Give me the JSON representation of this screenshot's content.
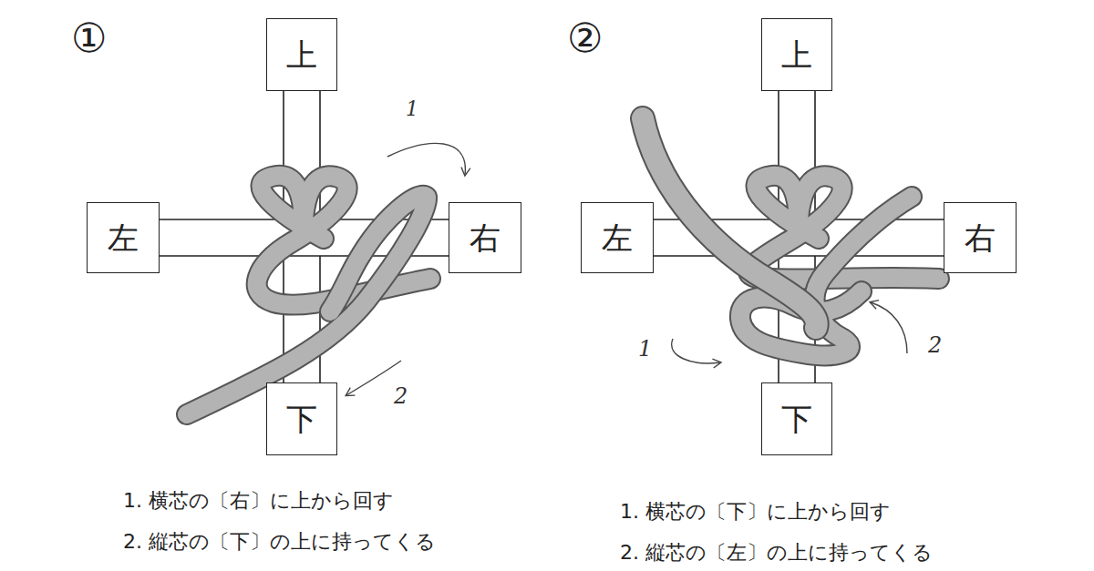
{
  "diagram": {
    "nodes": [
      {
        "text": [
          "上"
        ]
      },
      {
        "text": [
          "左"
        ]
      },
      {
        "text": [
          "右"
        ]
      },
      {
        "text": [
          "下"
        ]
      },
      {
        "text": [
          "上"
        ]
      },
      {
        "text": [
          "左"
        ]
      },
      {
        "text": [
          "右"
        ]
      },
      {
        "text": [
          "下"
        ]
      }
    ],
    "edges": [
      {
        "from": 0,
        "to": 3,
        "arrow": "none"
      },
      {
        "from": 1,
        "to": 2,
        "arrow": "none"
      },
      {
        "from": 4,
        "to": 7,
        "arrow": "none"
      },
      {
        "from": 5,
        "to": 6,
        "arrow": "none"
      }
    ],
    "labels": [
      "①",
      "1",
      "2",
      "1. 横芯の〔右〕に上から回す",
      "2. 縦芯の〔下〕の上に持ってくる",
      "②",
      "1",
      "2",
      "1. 横芯の〔下〕に上から回す",
      "2. 縦芯の〔左〕の上に持ってくる"
    ]
  }
}
